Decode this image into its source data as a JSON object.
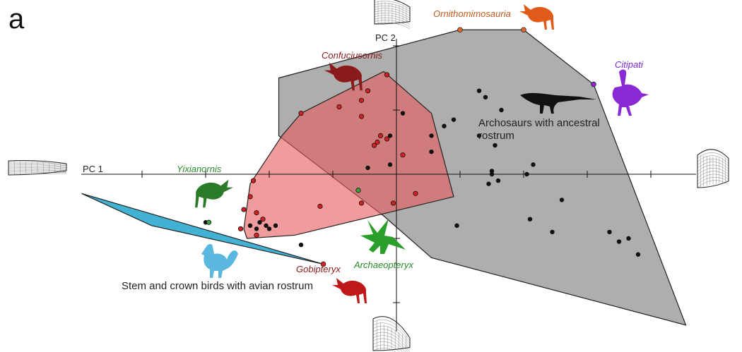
{
  "panel_label": "a",
  "chart_data": {
    "type": "scatter",
    "xlabel": "PC 1",
    "ylabel": "PC 2",
    "axis_units_note": "",
    "grid": false,
    "legend": "none",
    "hulls": [
      {
        "name": "Archosaurs with ancestral rostrum",
        "color": "#a0a0a0",
        "points": [
          [
            -1.85,
            1.5
          ],
          [
            1.0,
            2.25
          ],
          [
            2.0,
            2.25
          ],
          [
            3.1,
            1.4
          ],
          [
            4.55,
            -2.35
          ],
          [
            0.55,
            -1.3
          ],
          [
            -0.2,
            -0.65
          ],
          [
            -1.85,
            0.6
          ]
        ]
      },
      {
        "name": "Stem and crown birds",
        "color": "#e85a5a",
        "points": [
          [
            -0.2,
            1.6
          ],
          [
            0.55,
            0.95
          ],
          [
            0.9,
            -0.35
          ],
          [
            -1.6,
            -0.95
          ],
          [
            -2.35,
            -1.0
          ],
          [
            -2.4,
            -0.85
          ],
          [
            -2.3,
            -0.15
          ],
          [
            -1.8,
            0.6
          ],
          [
            -1.5,
            0.95
          ]
        ]
      },
      {
        "name": "Stem and crown birds with avian rostrum",
        "color": "#2ea8cf",
        "points": [
          [
            -4.95,
            -0.3
          ],
          [
            -1.15,
            -1.4
          ],
          [
            -3.85,
            -0.8
          ]
        ]
      }
    ],
    "series": [
      {
        "name": "",
        "color": "#111111",
        "x": [
          1.3,
          1.4,
          1.65,
          0.9,
          1.55,
          1.3,
          0.55,
          0.75,
          1.5,
          1.6,
          2.15,
          1.5,
          1.45,
          2.05,
          2.1,
          2.6,
          0.95,
          2.45,
          3.35,
          3.5,
          3.65,
          3.8,
          0.55,
          -0.45,
          -0.1,
          0.1,
          -0.1,
          -2.15,
          -2.05,
          -2.2,
          -2.0,
          -1.9,
          -2.3,
          -3.0,
          -1.5
        ],
        "y": [
          1.3,
          1.2,
          1.0,
          0.85,
          0.45,
          0.6,
          0.35,
          0.75,
          0.05,
          -0.1,
          0.15,
          0.0,
          -0.15,
          0.0,
          -0.7,
          -0.4,
          -0.8,
          -0.9,
          -0.9,
          -1.05,
          -1.0,
          -1.25,
          0.6,
          0.1,
          0.6,
          0.95,
          0.15,
          -0.75,
          -0.8,
          -0.85,
          -0.85,
          -0.8,
          -0.8,
          -0.75,
          -1.1
        ]
      },
      {
        "name": "",
        "color": "#d42020",
        "x": [
          -0.15,
          -0.45,
          -0.55,
          -0.9,
          -0.55,
          -1.5,
          -0.25,
          -0.15,
          -0.35,
          -0.3,
          0.1,
          -2.25,
          -2.3,
          -2.4,
          -2.2,
          -2.1,
          -2.2,
          -1.2,
          -0.05,
          0.3,
          -2.45,
          -0.55
        ],
        "y": [
          1.55,
          1.3,
          1.15,
          1.05,
          0.9,
          0.95,
          0.6,
          0.55,
          0.45,
          0.5,
          0.3,
          -0.1,
          -0.35,
          -0.55,
          -0.6,
          -0.7,
          -0.95,
          -0.5,
          -0.45,
          -0.3,
          -0.85,
          -0.45
        ]
      },
      {
        "name": "",
        "color": "#3aa040",
        "x": [
          -0.6,
          -2.95
        ],
        "y": [
          -0.25,
          -0.75
        ]
      }
    ],
    "hull_vertices": [
      {
        "name": "Ornithomimosauria",
        "x": [
          1.0,
          2.0
        ],
        "y": [
          2.25,
          2.25
        ],
        "color": "#e86a2a"
      },
      {
        "name": "Citipati",
        "x": [
          3.1
        ],
        "y": [
          1.4
        ],
        "color": "#8a2ad4"
      },
      {
        "name": "Gobipteryx",
        "x": [
          -1.15
        ],
        "y": [
          -1.4
        ],
        "color": "#d42020"
      }
    ],
    "annotations": [
      {
        "text": "Ornithomimosauria",
        "color": "#c0581a"
      },
      {
        "text": "Confuciusornis",
        "color": "#8b1a1a"
      },
      {
        "text": "Citipati",
        "color": "#7a2ad0"
      },
      {
        "text": "Yixianornis",
        "color": "#2a8a2a"
      },
      {
        "text": "Archaeopteryx",
        "color": "#2a8a2a"
      },
      {
        "text": "Gobipteryx",
        "color": "#8b1a1a"
      },
      {
        "text": "Archosaurs with ancestral rostrum",
        "color": "#222222"
      },
      {
        "text": "Stem and crown birds with avian rostrum",
        "color": "#222222"
      }
    ]
  }
}
